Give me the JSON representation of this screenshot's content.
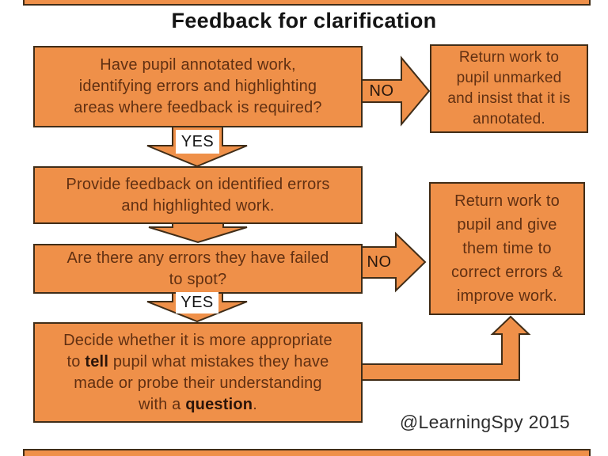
{
  "title": "Feedback for clarification",
  "credit": "@LearningSpy 2015",
  "colors": {
    "box_fill": "#EF9049",
    "box_border": "#402D18",
    "box_text": "#613012",
    "bold_text": "#2B150A",
    "title_text": "#141414",
    "credit_text": "#2E2E2E",
    "yes_text": "#151515",
    "no_text": "#27170D"
  },
  "labels": {
    "yes1": "YES",
    "no1": "NO",
    "yes2": "YES",
    "no2": "NO"
  },
  "boxes": {
    "q1": {
      "lines": [
        "Have pupil annotated work,",
        "identifying errors and highlighting",
        "areas where feedback is required?"
      ]
    },
    "r1": {
      "lines": [
        "Return work to",
        "pupil unmarked",
        "and insist that it is",
        "annotated."
      ]
    },
    "p2": {
      "lines": [
        "Provide feedback on identified errors",
        "and highlighted work."
      ]
    },
    "q3": {
      "lines": [
        "Are there any errors they have failed",
        "to spot?"
      ]
    },
    "r2": {
      "lines": [
        "Return work to",
        "pupil and give",
        "them time to",
        "correct errors &",
        "improve work."
      ]
    },
    "d4": {
      "rich_lines": [
        [
          {
            "text": "Decide whether it is more appropriate",
            "bold": false
          }
        ],
        [
          {
            "text": "to ",
            "bold": false
          },
          {
            "text": "tell",
            "bold": true
          },
          {
            "text": " pupil what mistakes they have",
            "bold": false
          }
        ],
        [
          {
            "text": "made or probe their understanding",
            "bold": false
          }
        ],
        [
          {
            "text": "with a ",
            "bold": false
          },
          {
            "text": "question",
            "bold": true
          },
          {
            "text": ".",
            "bold": false
          }
        ]
      ]
    }
  }
}
